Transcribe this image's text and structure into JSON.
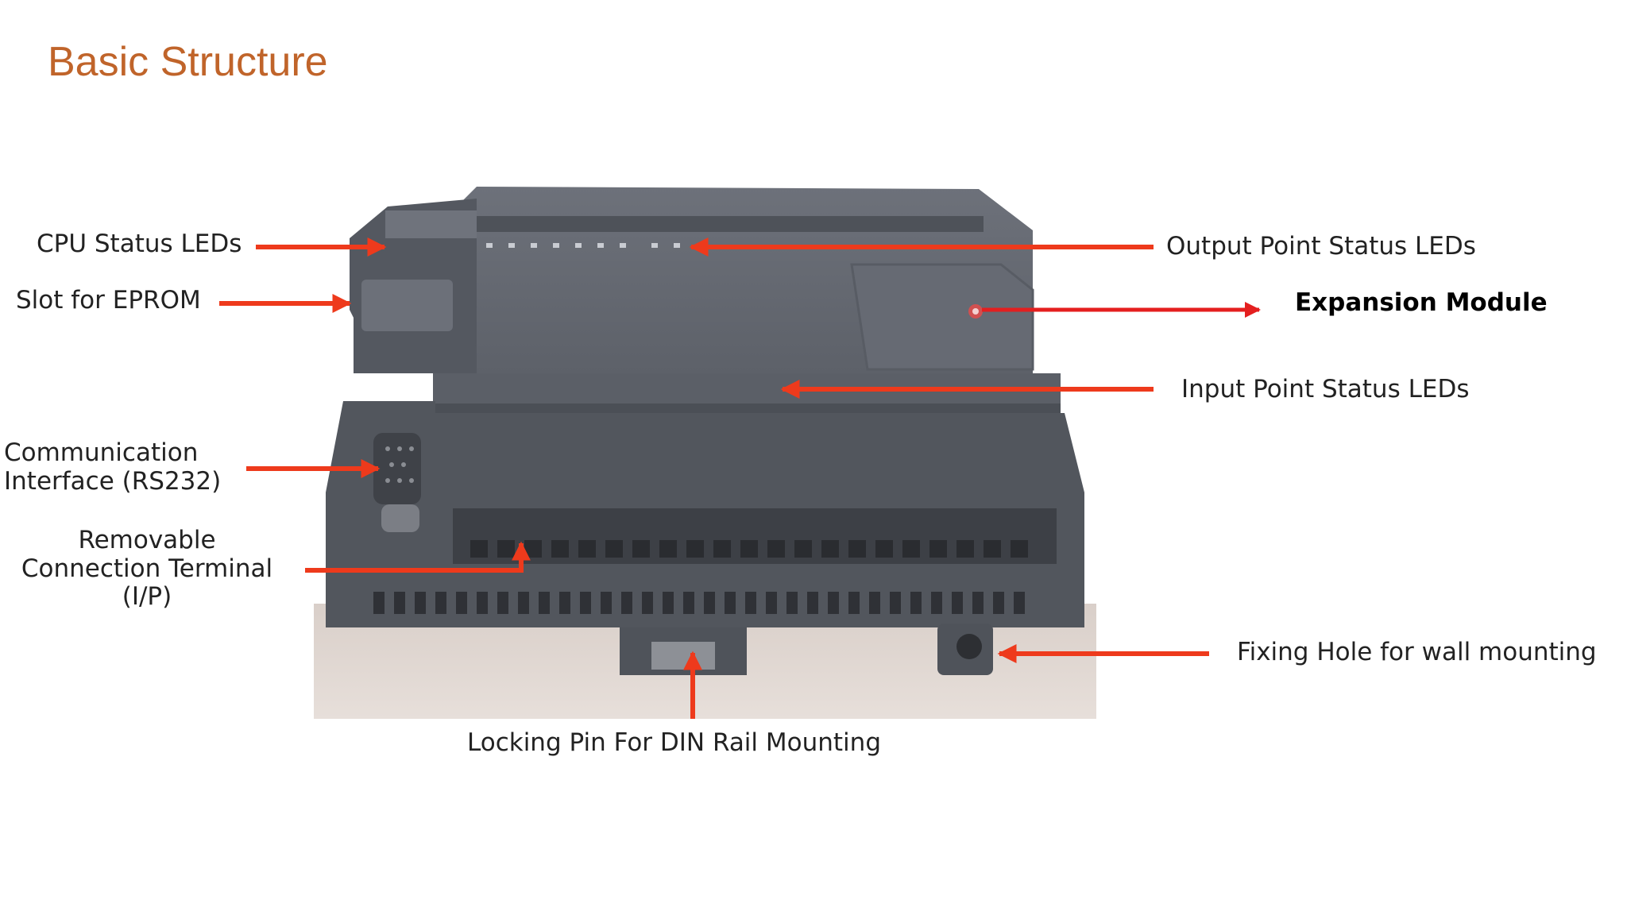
{
  "slide": {
    "title": "Basic Structure"
  },
  "labels": {
    "cpu_status_leds": "CPU Status LEDs",
    "slot_for_eprom": "Slot for EPROM",
    "communication_interface": [
      "Communication",
      "Interface (RS232)"
    ],
    "removable_connection_terminal": [
      "Removable",
      "Connection Terminal",
      "(I/P)"
    ],
    "output_point_status_leds": "Output Point Status LEDs",
    "expansion_module": "Expansion Module",
    "input_point_status_leds": "Input Point Status LEDs",
    "fixing_hole": "Fixing Hole for wall mounting",
    "locking_pin": "Locking Pin For DIN Rail Mounting"
  },
  "colors": {
    "title": "#c0642a",
    "arrow": "#ee3a1c",
    "arrow_expansion": "#e41f1f",
    "device_body": "#5a5e66"
  }
}
